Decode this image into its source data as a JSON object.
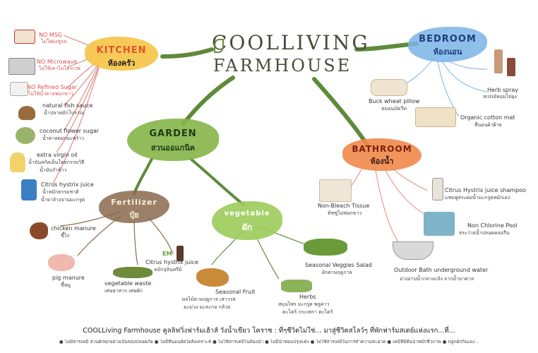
{
  "title": {
    "line1": "COOLLIVING",
    "line2": "FARMHOUSE"
  },
  "colors": {
    "branch_green": "#5f8a3a",
    "kitchen": "#f6c445",
    "garden": "#86b548",
    "bedroom": "#7ab3e6",
    "bathroom": "#f08a4a",
    "fertilizer": "#8a6a4c",
    "vegetable": "#9ccb5a",
    "kitchen_lines": "#e58a8a",
    "bedroom_lines": "#8fc1e8",
    "bathroom_lines": "#e99b8e"
  },
  "hubs": {
    "kitchen": {
      "en": "KITCHEN",
      "th": "ห้องครัว"
    },
    "garden": {
      "en": "GARDEN",
      "th": "สวนออแกนิค"
    },
    "bedroom": {
      "en": "BEDROOM",
      "th": "ห้องนอน"
    },
    "bathroom": {
      "en": "BATHROOM",
      "th": "ห้องน้ำ"
    },
    "fertilizer": {
      "en": "Fertilizer",
      "th": "ปุ๋ย"
    },
    "vegetable": {
      "en": "vegetable",
      "th": "ผัก"
    }
  },
  "kitchen_items": [
    {
      "en": "NO MSG",
      "th": "ไม่ใส่ผงชูรส",
      "icon": "msg-icon"
    },
    {
      "en": "NO Microwave",
      "th": "ไม่ใช้เตาไมโครเวฟ",
      "icon": "microwave-icon"
    },
    {
      "en": "NO Refined Sugar",
      "th": "ไม่ใช้น้ำตาลฟอกขาว",
      "icon": "sugar-icon"
    },
    {
      "en": "natural fish sauce",
      "th": "น้ำปลาหมักโบราณ",
      "icon": "fish-sauce-icon"
    },
    {
      "en": "coconut flower sugar",
      "th": "น้ำตาลดอกมะพร้าว",
      "icon": "coconut-icon"
    },
    {
      "en": "extra virgin oil",
      "th": "น้ำมันสกัดเย็นโดยกรรมวิธี",
      "th2": "น้ำมันรำข้าว",
      "icon": "oil-icon"
    },
    {
      "en": "Citrus hystrix juice",
      "th": "น้ำหมักธรรมชาติ",
      "th2": "น้ำยาล้างจานมะกรูด",
      "icon": "jug-icon"
    }
  ],
  "bedroom_items": [
    {
      "en": "Buck wheat pillow",
      "th": "หมอนบัควีท",
      "icon": "pillow-icon"
    },
    {
      "en": "Herb spray",
      "th": "สเปรย์หอมไล่ยุง",
      "icon": "spray-icon"
    },
    {
      "en": "Organic cotton mat",
      "th": "ที่นอนผ้าฝ้าย",
      "icon": "mat-icon"
    }
  ],
  "bathroom_items": [
    {
      "en": "Non-Bleach Tissue",
      "th": "ทิชชู่ไม่ฟอกขาว",
      "icon": "tissue-icon"
    },
    {
      "en": "Citrus Hystrix juice shampoo",
      "th": "แชมพูสระผมน้ำมะกรูดหมักเอง",
      "icon": "shampoo-icon"
    },
    {
      "en": "Non Chlorine Pool",
      "th": "สระว่ายน้ำปลอดคลอรีน",
      "icon": "pool-icon"
    },
    {
      "en": "Outdoor Bath underground water",
      "th": "อ่างอาบน้ำกลางแจ้ง จากน้ำบาดาล",
      "icon": "bath-icon"
    }
  ],
  "fertilizer_items": [
    {
      "en": "chicken manure",
      "th": "ขี้ไก่",
      "icon": "chicken-icon"
    },
    {
      "en": "pig manure",
      "th": "ขี้หมู",
      "icon": "pig-icon"
    },
    {
      "en": "vegetable waste",
      "th": "เศษอาหาร เศษผัก",
      "icon": "veg-waste-icon"
    },
    {
      "en": "EM",
      "icon": "em-bottle-icon"
    },
    {
      "en": "Citrus hystrix juice",
      "th": "หมักจุลินทรีย์"
    }
  ],
  "vegetable_items": [
    {
      "en": "Seasonal Fruit",
      "th": "ผลไม้ตามฤดูกาล เสาวรส",
      "th2": "มะม่วง มะละกอ กล้วย",
      "icon": "fruit-icon"
    },
    {
      "en": "Seasonal Veggies Salad",
      "th": "ผักตามฤดูกาล",
      "icon": "salad-icon"
    },
    {
      "en": "Herbs",
      "th": "สมุนไพร มะกรูด พลูคาว",
      "th2": "ตะไคร้ กระเพรา ตะไคร้",
      "icon": "herbs-icon"
    }
  ],
  "footer": {
    "headline": "COOLLiving Farmhouse คูลลิฟวิ่งฟาร์มเฮ้าส์ วังน้ำเขียว โคราช : ที่ๆชีวิตไม่ใช่... มาสู่ชีวิตสโลว์ๆ ที่พักฟาร์มสเตย์แห่งแรก...ที่...",
    "bullets": "● ไม่มีสารเคมี สวนผักทุกอย่างเป็นของปลอดภัย ● ไม่มีที่นอนยัดใยสังเคราะห์ ● ไม่ใช้สารเคมีในห้องน้ำ ● ไม่มีน้ำหอมปรุงแต่ง ● ไม่ใช้สารเคมีในการทำความสะอาด ● เคมีที่มีคือน้ำหมักชีวภาพ ● ปลูกผักกินเอง..."
  }
}
